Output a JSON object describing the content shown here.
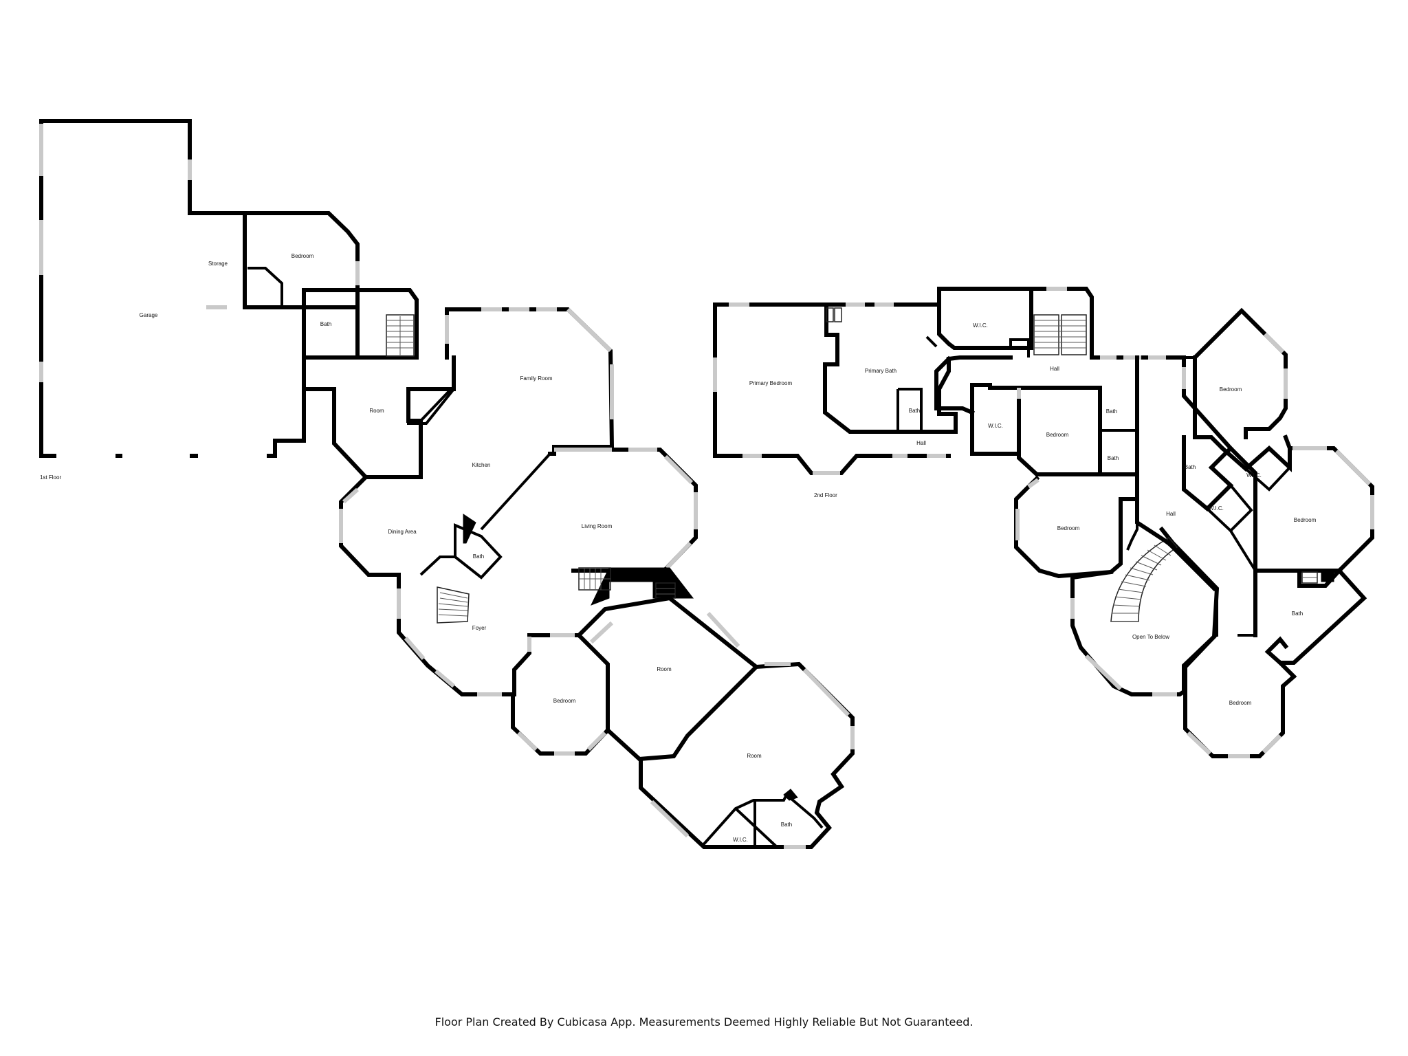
{
  "first_floor": {
    "label": "1st Floor",
    "rooms": {
      "garage": "Garage",
      "storage": "Storage",
      "bedroom_top": "Bedroom",
      "bath_top": "Bath",
      "room_left": "Room",
      "family_room": "Family Room",
      "kitchen": "Kitchen",
      "dining_area": "Dining Area",
      "bath_mid": "Bath",
      "living_room": "Living Room",
      "foyer": "Foyer",
      "bedroom_bottom": "Bedroom",
      "room_center": "Room",
      "room_right": "Room",
      "wic": "W.I.C.",
      "bath_bottom": "Bath"
    }
  },
  "second_floor": {
    "label": "2nd Floor",
    "rooms": {
      "primary_bedroom": "Primary Bedroom",
      "primary_bath": "Primary Bath",
      "bath_small": "Bath",
      "hall_bottom": "Hall",
      "wic_top": "W.I.C.",
      "hall_top": "Hall",
      "bedroom_ne": "Bedroom",
      "wic_mid": "W.I.C.",
      "bedroom_mid": "Bedroom",
      "bath_a": "Bath",
      "bath_b": "Bath",
      "bath_e": "Bath",
      "wic_e1": "W.I.C.",
      "wic_e2": "W.I.C.",
      "bedroom_e": "Bedroom",
      "hall_east": "Hall",
      "bedroom_w": "Bedroom",
      "open_to_below": "Open To Below",
      "bath_se": "Bath",
      "bedroom_s": "Bedroom"
    }
  },
  "footer": {
    "note": "Floor Plan Created By Cubicasa App. Measurements Deemed Highly Reliable But Not Guaranteed."
  },
  "colors": {
    "wall": "#000000",
    "window": "#c9c9c9",
    "background": "#ffffff"
  }
}
